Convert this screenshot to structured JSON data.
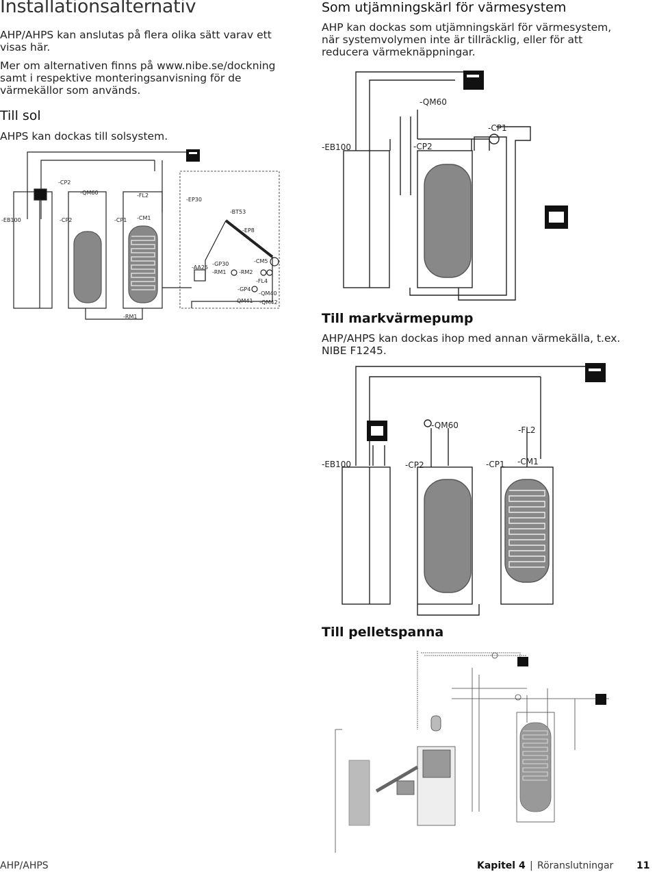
{
  "page": {
    "title": "Installationsalternativ",
    "intro": "AHP/AHPS kan anslutas på flera olika sätt varav ett visas här.",
    "more_info": "Mer om alternativen finns på www.nibe.se/dockning samt i respektive monteringsanvisning för de värmekällor som används."
  },
  "sections": {
    "sol": {
      "heading": "Till sol",
      "text": "AHPS kan dockas till solsystem."
    },
    "utjamning": {
      "heading": "Som utjämningskärl för värmesystem",
      "text": "AHP kan dockas som utjämningskärl för värmesystem, när systemvolymen inte är tillräcklig, eller för att reducera värmeknäppningar."
    },
    "markvarme": {
      "heading": "Till markvärmepump",
      "text": "AHP/AHPS kan dockas ihop med annan värmekälla, t.ex. NIBE F1245."
    },
    "pellets": {
      "heading": "Till pelletspanna"
    }
  },
  "diagram_sol": {
    "labels": {
      "cp2_top": "-CP2",
      "qm60": "-QM60",
      "fl2": "-FL2",
      "ep30": "-EP30",
      "eb100": "-EB100",
      "cp2": "-CP2",
      "cp1": "-CP1",
      "cm1": "-CM1",
      "bt53": "-BT53",
      "ep8": "-EP8",
      "cm5": "-CM5",
      "aa25": "-AA25",
      "gp30": "-GP30",
      "rm1": "-RM1",
      "rm2": "-RM2",
      "fl4": "-FL4",
      "gp4": "-GP4",
      "qm40": "-QM40",
      "qm41": "-QM41",
      "qm42": "-QM42",
      "rm1_bottom": "-RM1"
    }
  },
  "diagram_utjamning": {
    "labels": {
      "qm60": "-QM60",
      "cp1": "-CP1",
      "eb100": "-EB100",
      "cp2": "-CP2"
    }
  },
  "diagram_markvarme": {
    "labels": {
      "qm60": "-QM60",
      "fl2": "-FL2",
      "eb100": "-EB100",
      "cp2": "-CP2",
      "cp1": "-CP1",
      "cm1": "-CM1"
    }
  },
  "footer": {
    "left": "AHP/AHPS",
    "chapter": "Kapitel 4",
    "separator": "|",
    "section": "Röranslutningar",
    "page_number": "11"
  }
}
